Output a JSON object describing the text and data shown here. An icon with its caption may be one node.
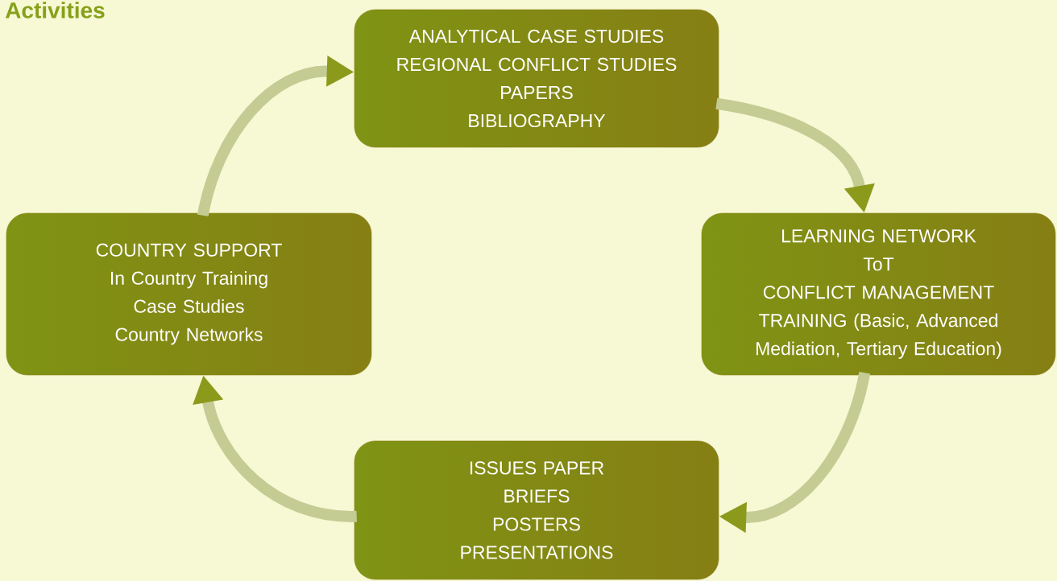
{
  "diagram": {
    "title": "Activities",
    "nodes": [
      {
        "text": [
          "ANALYTICAL CASE STUDIES",
          "REGIONAL CONFLICT STUDIES",
          "PAPERS",
          "BIBLIOGRAPHY"
        ]
      },
      {
        "text": [
          "LEARNING NETWORK",
          "ToT",
          "CONFLICT MANAGEMENT TRAINING (Basic, Advanced Mediation, Tertiary Education)"
        ]
      },
      {
        "text": [
          "ISSUES PAPER",
          "BRIEFS",
          "POSTERS",
          "PRESENTATIONS"
        ]
      },
      {
        "text": [
          "COUNTRY SUPPORT",
          "In Country Training",
          "Case Studies",
          "Country Networks"
        ]
      }
    ],
    "edges": [
      {
        "from": 0,
        "to": 1,
        "arrow": "to"
      },
      {
        "from": 1,
        "to": 2,
        "arrow": "to"
      },
      {
        "from": 2,
        "to": 3,
        "arrow": "to"
      },
      {
        "from": 3,
        "to": 0,
        "arrow": "to"
      }
    ]
  }
}
